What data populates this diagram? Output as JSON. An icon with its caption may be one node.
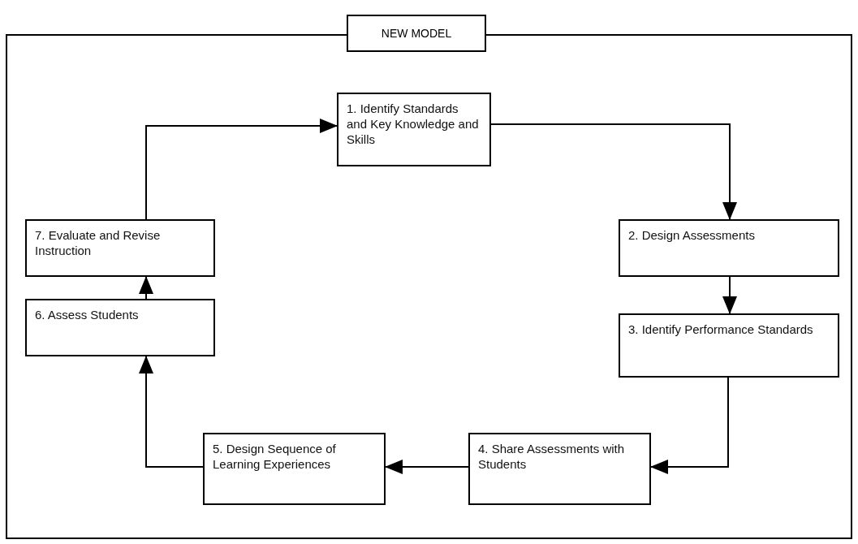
{
  "diagram": {
    "nodes": [
      {
        "text": [
          "NEW MODEL"
        ]
      },
      {
        "text": [
          "1. Identify Standards and Key Knowledge and Skills"
        ],
        "in": 0
      },
      {
        "text": [
          "2. Design Assessments"
        ],
        "in": 0
      },
      {
        "text": [
          "3. Identify Performance Standards"
        ],
        "in": 0
      },
      {
        "text": [
          "4. Share Assessments with Students"
        ],
        "in": 0
      },
      {
        "text": [
          "5. Design Sequence of Learning Experiences"
        ],
        "in": 0
      },
      {
        "text": [
          "6. Assess Students"
        ],
        "in": 0
      },
      {
        "text": [
          "7. Evaluate and Revise Instruction"
        ],
        "in": 0
      }
    ],
    "edges": [
      {
        "from": 1,
        "to": 2,
        "arrow": "to"
      },
      {
        "from": 2,
        "to": 3,
        "arrow": "to"
      },
      {
        "from": 3,
        "to": 4,
        "arrow": "to"
      },
      {
        "from": 4,
        "to": 5,
        "arrow": "to"
      },
      {
        "from": 5,
        "to": 6,
        "arrow": "to"
      },
      {
        "from": 6,
        "to": 7,
        "arrow": "to"
      },
      {
        "from": 7,
        "to": 1,
        "arrow": "to"
      }
    ]
  }
}
